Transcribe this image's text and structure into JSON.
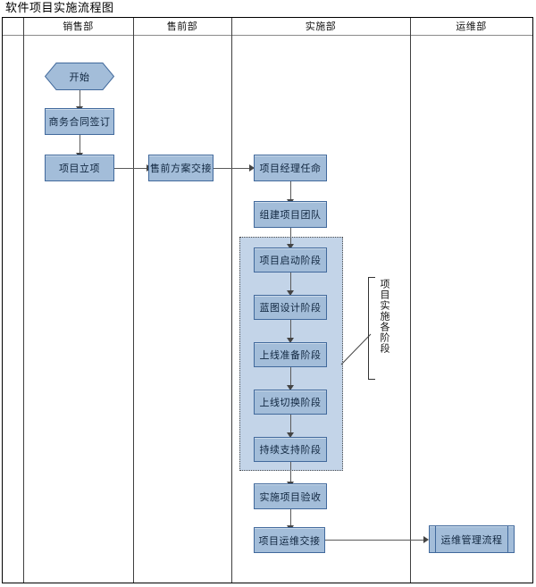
{
  "title": "软件项目实施流程图",
  "colors": {
    "node_fill": "#a3bdd9",
    "node_border": "#41699c",
    "group_fill": "#c3d4e8",
    "group_border": "#4c4c4c",
    "connector": "#5a5a5a",
    "table_border": "#000000"
  },
  "swimlanes": {
    "headers": [
      {
        "label": "销售部"
      },
      {
        "label": "售前部"
      },
      {
        "label": "实施部"
      },
      {
        "label": "运维部"
      }
    ]
  },
  "nodes": {
    "start": "开始",
    "contract_sign": "商务合同签订",
    "project_initiation": "项目立项",
    "presales_handover": "售前方案交接",
    "pm_appointment": "项目经理任命",
    "build_team": "组建项目团队",
    "phase_kickoff": "项目启动阶段",
    "phase_blueprint": "蓝图设计阶段",
    "phase_golive_prep": "上线准备阶段",
    "phase_golive_switch": "上线切换阶段",
    "phase_support": "持续支持阶段",
    "project_acceptance": "实施项目验收",
    "ops_handover": "项目运维交接",
    "ops_management_process": "运维管理流程"
  },
  "annotation": {
    "text": "项目实施各阶段"
  }
}
